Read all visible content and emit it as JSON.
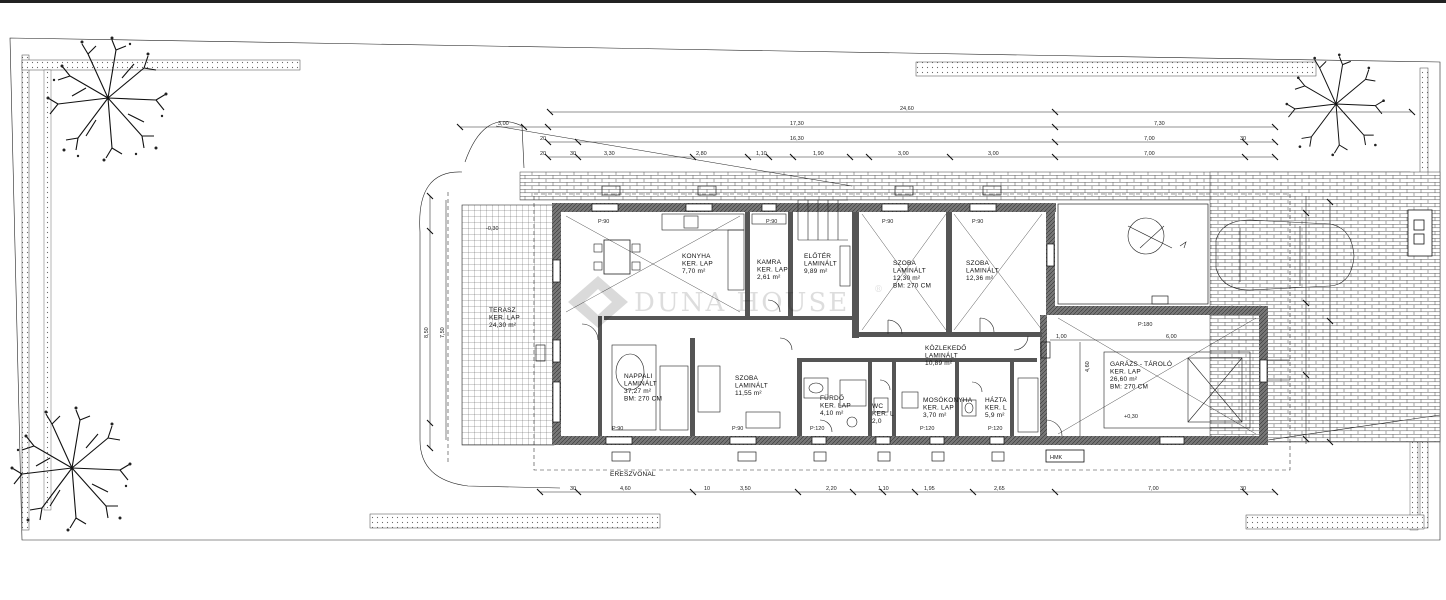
{
  "watermark": {
    "text": "DUNA HOUSE",
    "mark": "®"
  },
  "rooms": [
    {
      "id": "konyha",
      "lines": [
        "KONYHA",
        "KER. LAP",
        "7,70 m²"
      ]
    },
    {
      "id": "kamra",
      "lines": [
        "KAMRA",
        "KER. LAP",
        "2,61 m²"
      ]
    },
    {
      "id": "eloter",
      "lines": [
        "ELŐTÉR",
        "LAMINÁLT",
        "9,89 m²"
      ]
    },
    {
      "id": "szoba1",
      "lines": [
        "SZOBA",
        "LAMINÁLT",
        "12,30 m²",
        "BM: 270 CM"
      ]
    },
    {
      "id": "szoba2",
      "lines": [
        "SZOBA",
        "LAMINÁLT",
        "12,36 m²"
      ]
    },
    {
      "id": "terasz",
      "lines": [
        "TERASZ",
        "KER. LAP",
        "24,30 m²"
      ]
    },
    {
      "id": "nappali",
      "lines": [
        "NAPPALI",
        "LAMINÁLT",
        "37,27 m²",
        "BM: 270 CM"
      ]
    },
    {
      "id": "szoba3",
      "lines": [
        "SZOBA",
        "LAMINÁLT",
        "11,55 m²"
      ]
    },
    {
      "id": "kozlekedo",
      "lines": [
        "KÖZLEKEDŐ",
        "LAMINÁLT",
        "10,89 m²"
      ]
    },
    {
      "id": "furdo",
      "lines": [
        "FÜRDŐ",
        "KER. LAP",
        "4,10 m²"
      ]
    },
    {
      "id": "wc",
      "lines": [
        "WC",
        "KER. L",
        "2,0"
      ]
    },
    {
      "id": "mosokonyha",
      "lines": [
        "MOSÓKONYHA",
        "KER. LAP",
        "3,70 m²"
      ]
    },
    {
      "id": "haztar",
      "lines": [
        "HÁZTA",
        "KER. L",
        "5,9 m²"
      ]
    },
    {
      "id": "garazs",
      "lines": [
        "GARÁZS - TÁROLÓ",
        "KER. LAP",
        "26,60 m²",
        "BM: 270 CM"
      ]
    }
  ],
  "labels": {
    "eresz": "ERESZVONAL",
    "hmk": "HMK",
    "level": "+0,30",
    "level2": "-0,30",
    "door_p90": "P:90",
    "door_p120": "P:120",
    "door_p180": "P:180"
  },
  "dims": {
    "top_total": "24,60",
    "top_a": "17,30",
    "top_b": "7,30",
    "top_c": "16,30",
    "top_d": "7,00",
    "top_e": "7,00",
    "top_left": "3,00",
    "top_row3": [
      "3,30",
      "2,80",
      "1,10",
      "1,90",
      "3,00",
      "3,00"
    ],
    "bottom_row": [
      "4,60",
      "3,50",
      "2,20",
      "1,10",
      "1,95",
      "2,65",
      "7,00"
    ],
    "small_20": "20",
    "small_30": "30",
    "small_10": "10",
    "left_total": "8,50",
    "left_inner": "7,50",
    "garage_w": "6,00",
    "garage_side": "1,00",
    "right_side": "4,60"
  }
}
